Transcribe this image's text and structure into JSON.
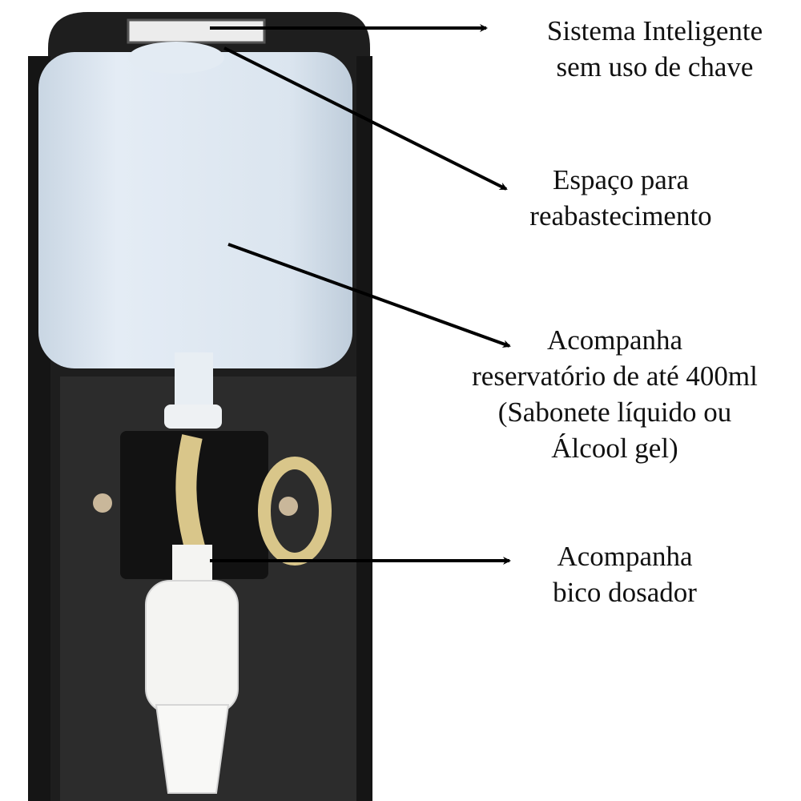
{
  "annotations": [
    {
      "lines": [
        "Sistema Inteligente",
        "sem uso de chave"
      ]
    },
    {
      "lines": [
        "Espaço para",
        "reabastecimento"
      ]
    },
    {
      "lines": [
        "Acompanha",
        "reservatório de até 400ml",
        "(Sabonete líquido ou",
        "Álcool gel)"
      ]
    },
    {
      "lines": [
        "Acompanha",
        "bico dosador"
      ]
    }
  ],
  "colors": {
    "housing": "#1e1e1e",
    "reservoir": "#dde7f1",
    "tube": "#d9c68a",
    "nozzle": "#f4f4f2",
    "arrow": "#000000"
  }
}
